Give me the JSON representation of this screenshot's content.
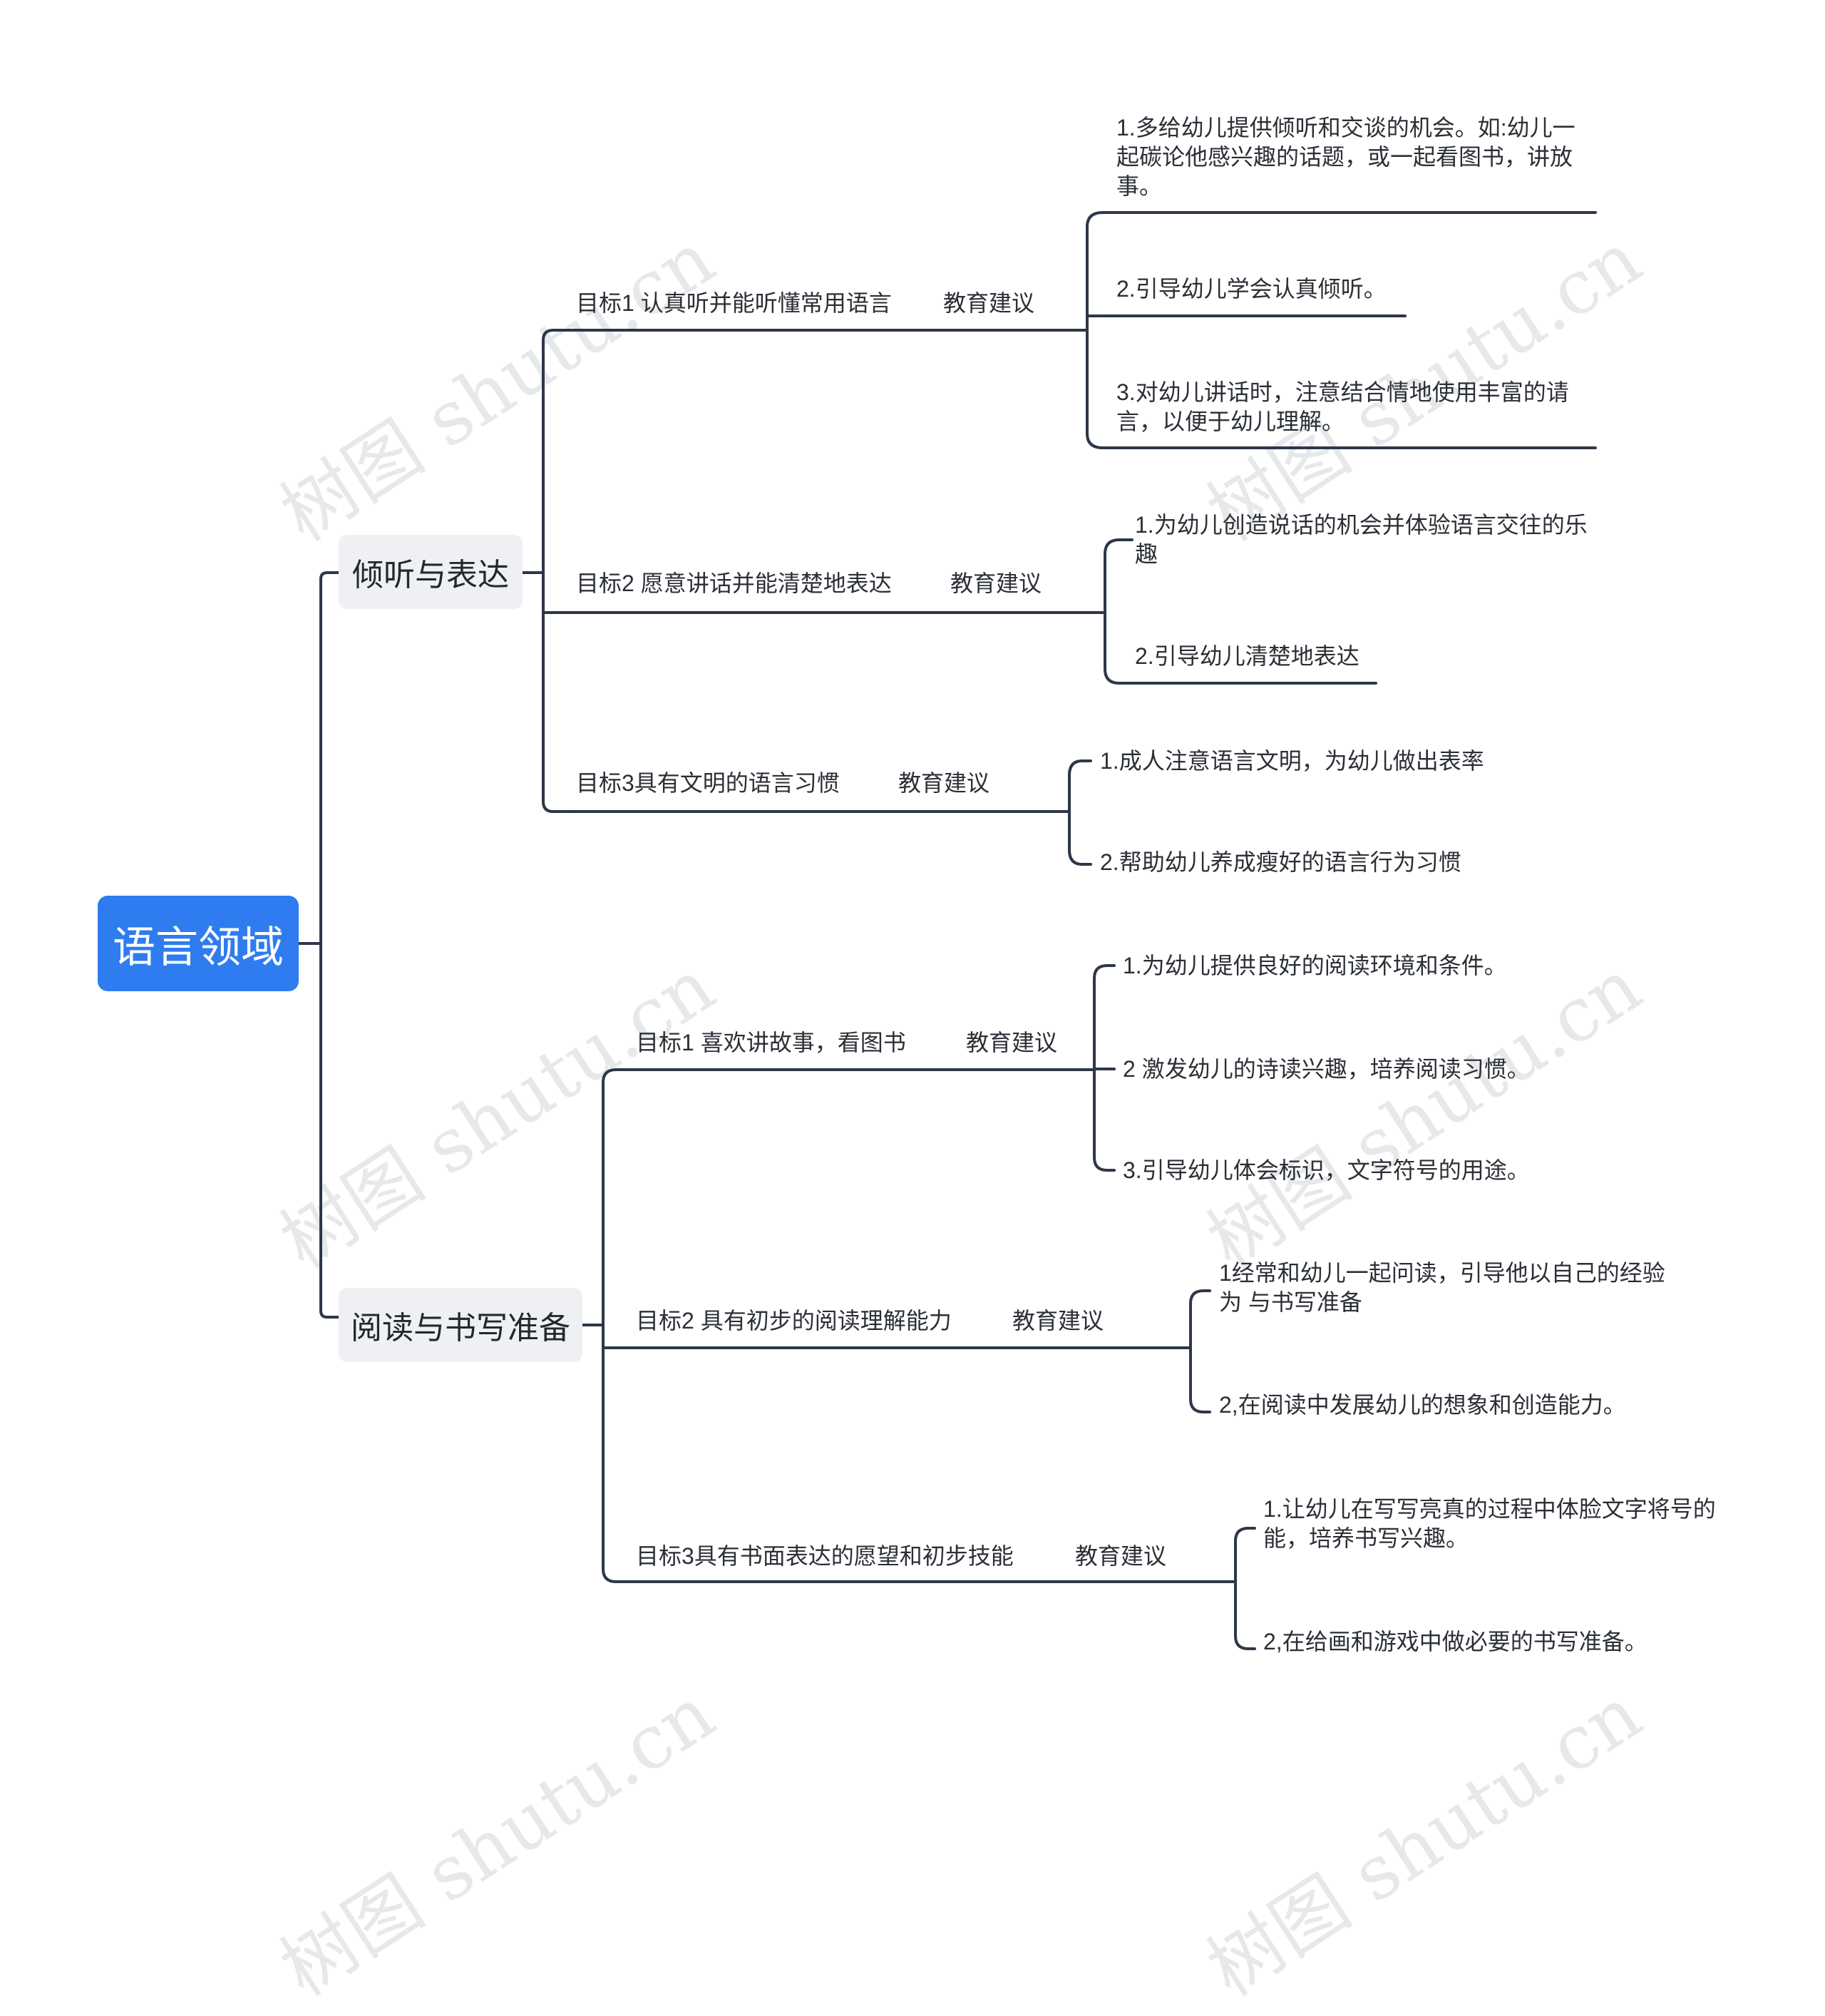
{
  "watermark": "树图 shutu.cn",
  "colors": {
    "root_bg": "#2f7cf0",
    "line": "#2d3748",
    "branch_bg": "#eef0f3"
  },
  "root": {
    "label": "语言领域"
  },
  "branches": [
    {
      "label": "倾听与表达",
      "goals": [
        {
          "label": "目标1 认真听并能听懂常用语言",
          "advice_label": "教育建议",
          "items": [
            "1.多给幼儿提供倾听和交谈的机会。如:幼儿一起碳论他感兴趣的话题，或一起看图书，讲放事。",
            "2.引导幼儿学会认真倾听。",
            "3.对幼儿讲话时，注意结合情地使用丰富的请言，以便于幼儿理解。"
          ]
        },
        {
          "label": "目标2 愿意讲话并能清楚地表达",
          "advice_label": "教育建议",
          "items": [
            "1.为幼儿创造说话的机会并体验语言交往的乐趣",
            "2.引导幼儿清楚地表达"
          ]
        },
        {
          "label": "目标3具有文明的语言习惯",
          "advice_label": "教育建议",
          "items": [
            "1.成人注意语言文明，为幼儿做出表率",
            "2.帮助幼儿养成瘦好的语言行为习惯"
          ]
        }
      ]
    },
    {
      "label": "阅读与书写准备",
      "goals": [
        {
          "label": "目标1 喜欢讲故事，看图书",
          "advice_label": "教育建议",
          "items": [
            "1.为幼儿提供良好的阅读环境和条件。",
            "2 激发幼儿的诗读兴趣，培养阅读习惯。",
            "3.引导幼儿体会标识，文字符号的用途。"
          ]
        },
        {
          "label": "目标2 具有初步的阅读理解能力",
          "advice_label": "教育建议",
          "items": [
            "1经常和幼儿一起问读，引导他以自己的经验为 与书写准备",
            "2,在阅读中发展幼儿的想象和创造能力。"
          ]
        },
        {
          "label": "目标3具有书面表达的愿望和初步技能",
          "advice_label": "教育建议",
          "items": [
            "1.让幼儿在写写亮真的过程中体脸文字将号的能，培养书写兴趣。",
            "2,在给画和游戏中做必要的书写准备。"
          ]
        }
      ]
    }
  ]
}
